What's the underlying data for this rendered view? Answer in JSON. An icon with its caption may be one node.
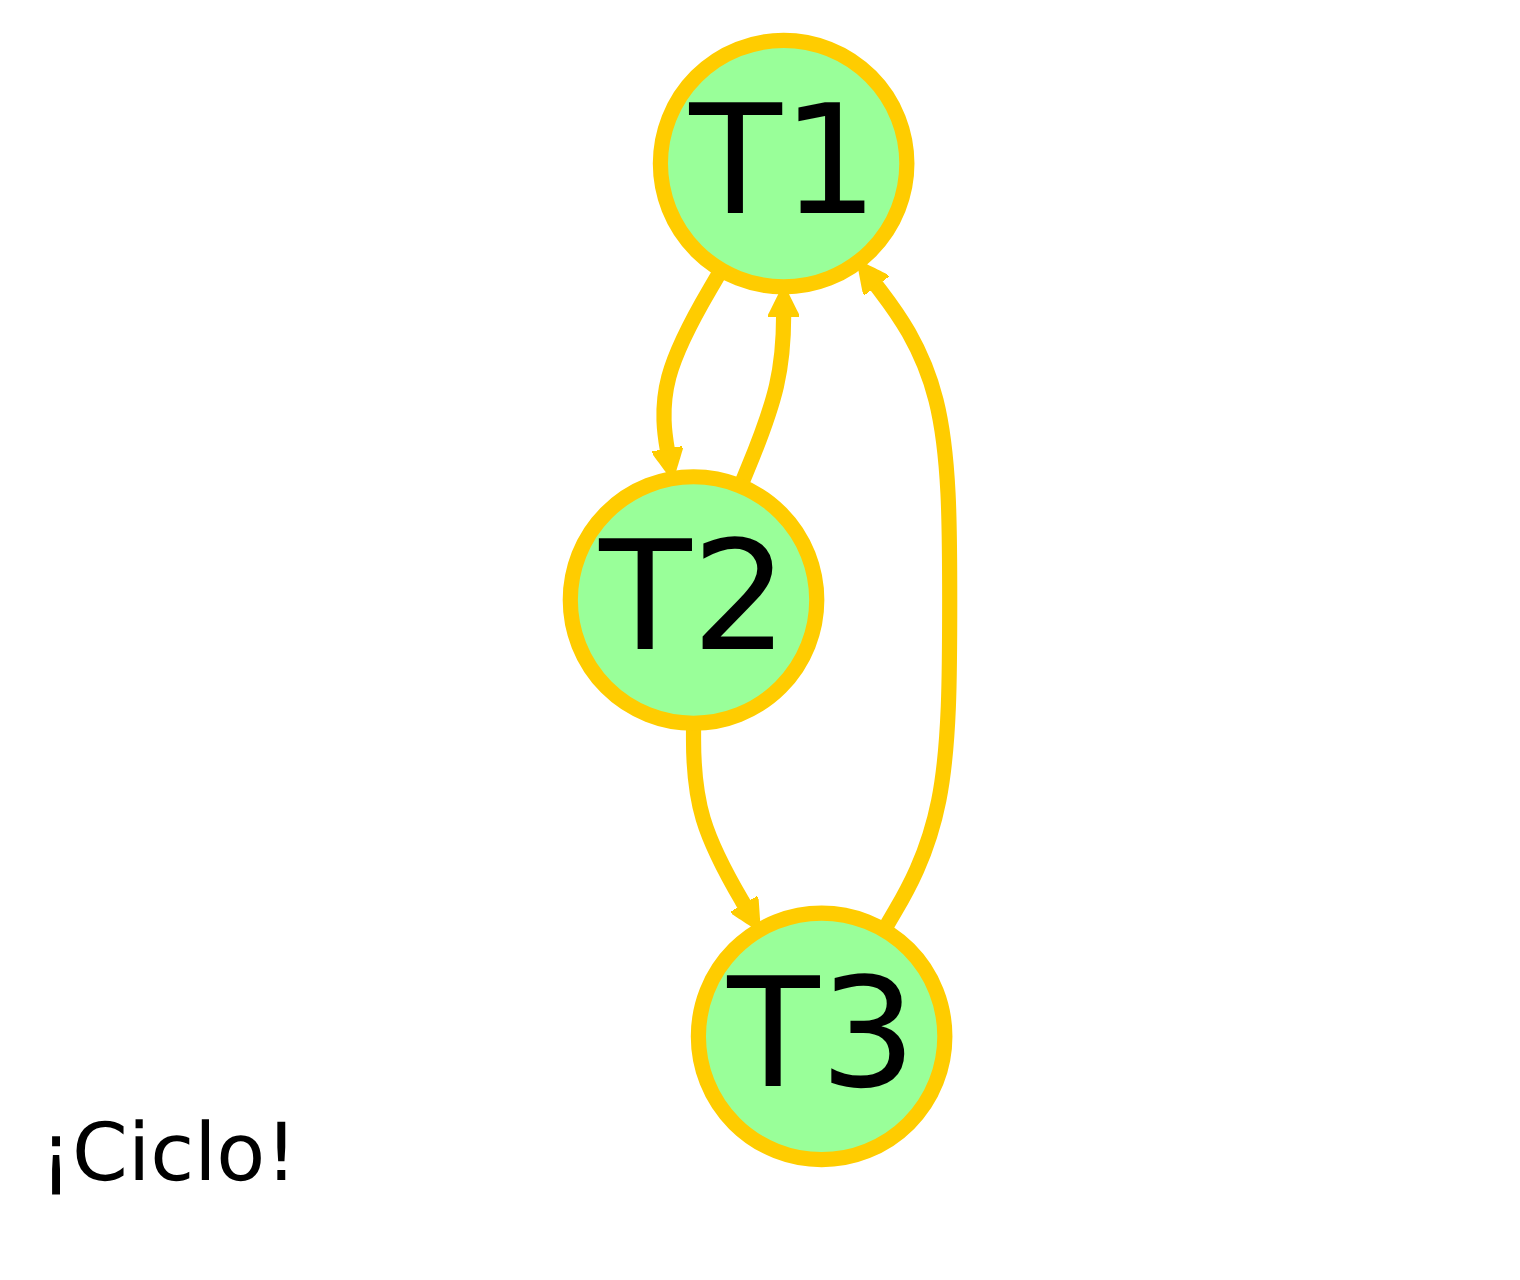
{
  "diagram": {
    "nodes": [
      {
        "text": [
          "T1"
        ]
      },
      {
        "text": [
          "T2"
        ]
      },
      {
        "text": [
          "T3"
        ]
      }
    ],
    "edges": [
      {
        "from": 0,
        "to": 1,
        "arrow": "to"
      },
      {
        "from": 1,
        "to": 0,
        "arrow": "to"
      },
      {
        "from": 1,
        "to": 2,
        "arrow": "to"
      },
      {
        "from": 2,
        "to": 0,
        "arrow": "to"
      }
    ],
    "labels": [
      "¡Ciclo!"
    ]
  }
}
